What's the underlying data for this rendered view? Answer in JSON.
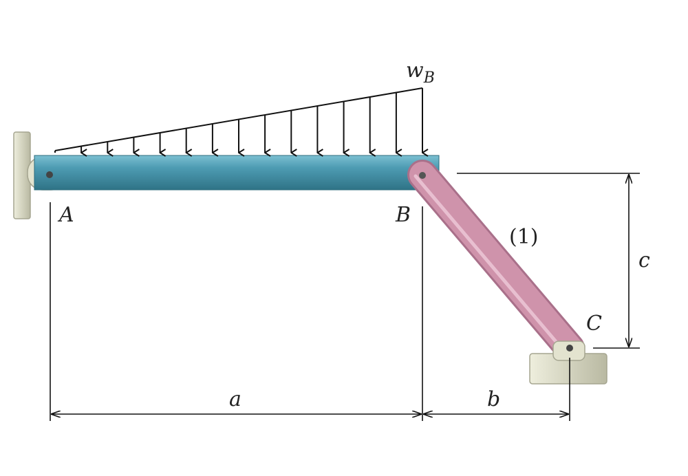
{
  "labels": {
    "load": "w",
    "load_sub": "B",
    "point_a": "A",
    "point_b": "B",
    "point_c": "C",
    "member": "(1)",
    "dim_a": "a",
    "dim_b": "b",
    "dim_c": "c"
  },
  "colors": {
    "beam": "#4e9cb3",
    "link": "#cf93ab",
    "support": "#d9d9c2"
  }
}
